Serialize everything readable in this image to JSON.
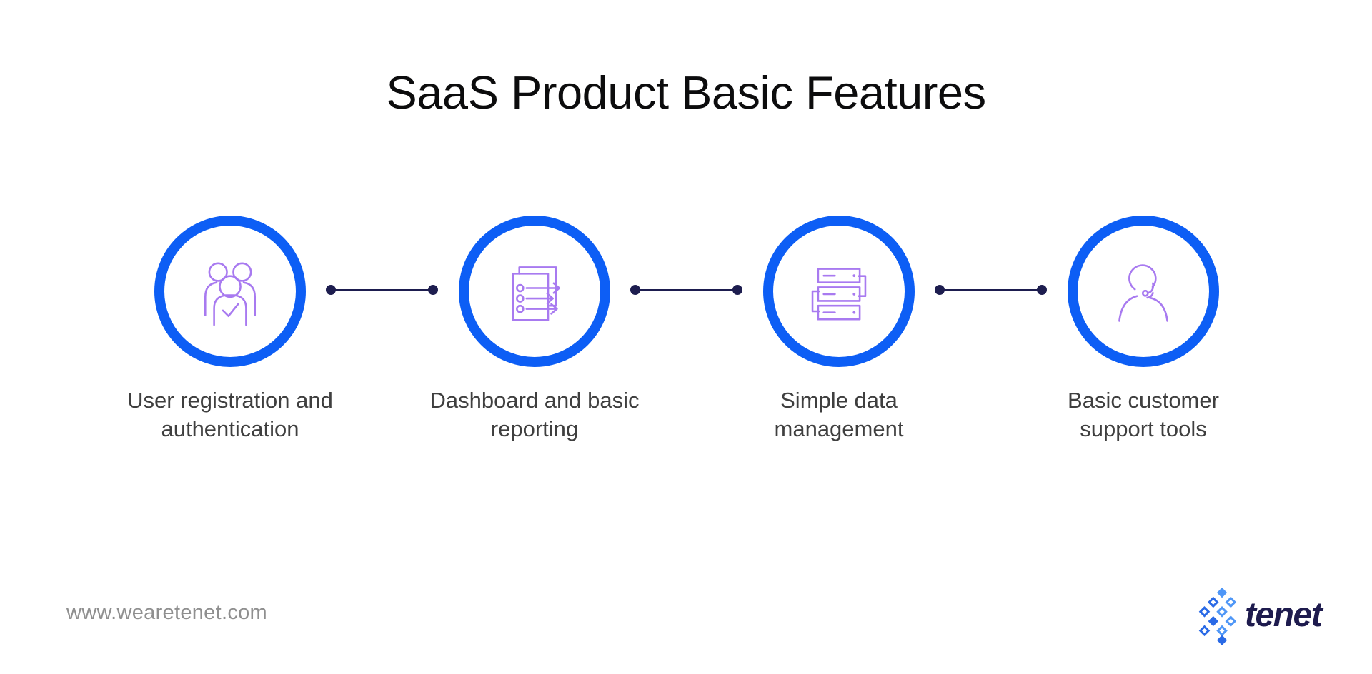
{
  "page": {
    "title": "SaaS Product Basic Features"
  },
  "features": [
    {
      "icon": "users-check-icon",
      "line1": "User registration and",
      "line2": "authentication"
    },
    {
      "icon": "report-arrows-icon",
      "line1": "Dashboard and basic",
      "line2": "reporting"
    },
    {
      "icon": "server-stack-icon",
      "line1": "Simple data",
      "line2": "management"
    },
    {
      "icon": "headset-agent-icon",
      "line1": "Basic customer",
      "line2": "support tools"
    }
  ],
  "footer": {
    "website": "www.wearetenet.com",
    "brand_name": "tenet"
  },
  "colors": {
    "circle_ring": "#0d5ef5",
    "icon_stroke": "#a87af0",
    "connector": "#1d1d4f",
    "title_text": "#0c0c0d",
    "label_text": "#3f3f3f",
    "website_text": "#8f8f8f",
    "brand_text": "#1e1b4e",
    "logo_blue_dark": "#2a6ae6",
    "logo_blue_light": "#4f97f7"
  }
}
